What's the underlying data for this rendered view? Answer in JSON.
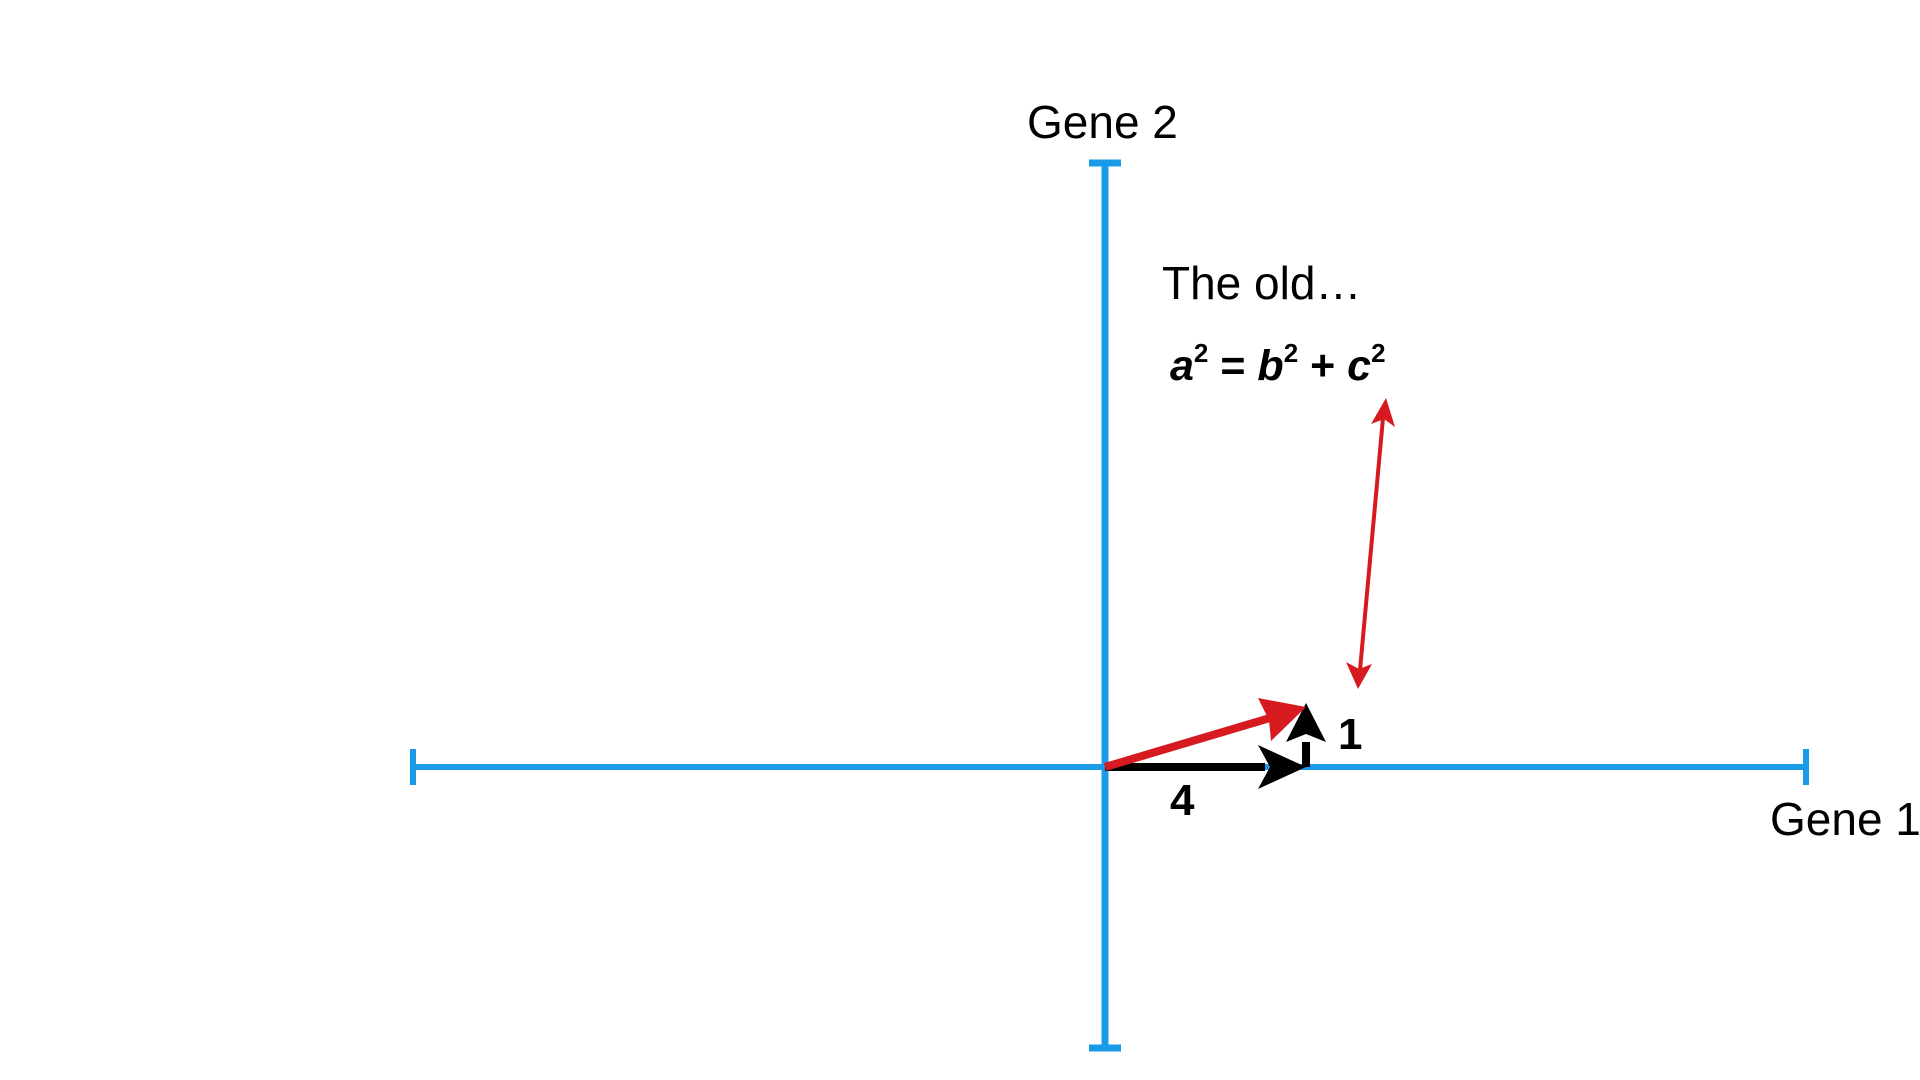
{
  "axes": {
    "x_label": "Gene 1",
    "y_label": "Gene 2"
  },
  "caption": "The old…",
  "equation": {
    "a": "a",
    "b": "b",
    "c": "c",
    "exp": "2",
    "equals": " = ",
    "plus": " + "
  },
  "vectors": {
    "gene1_component_label": "4",
    "gene2_component_label": "1"
  },
  "colors": {
    "axis": "#1a9be8",
    "component_arrow": "#000000",
    "hypotenuse_arrow": "#d71920",
    "pointer_arrow": "#d71920"
  }
}
